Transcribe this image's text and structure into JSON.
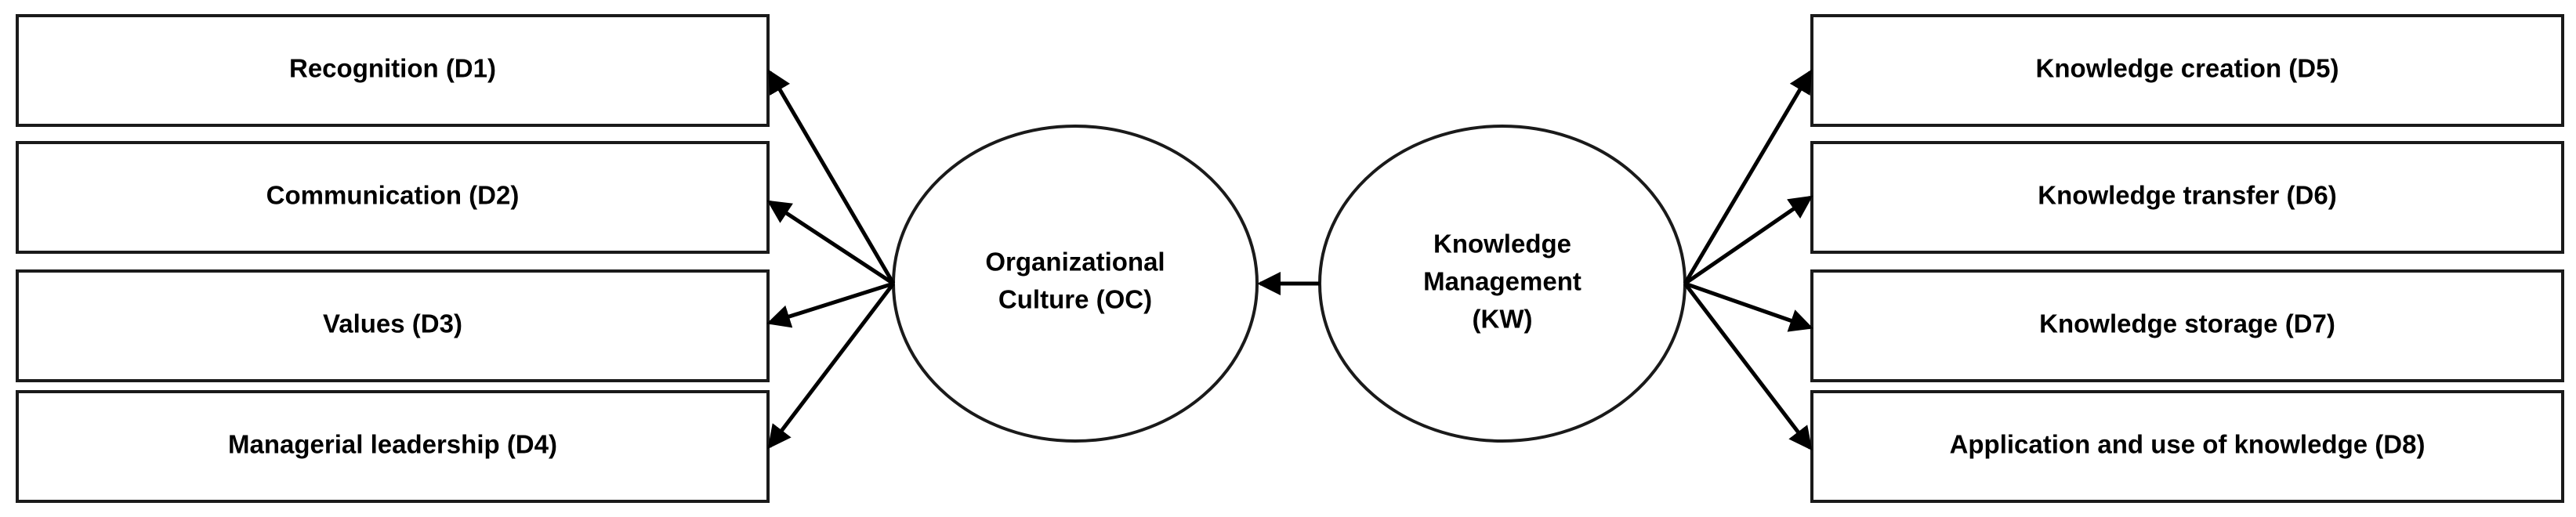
{
  "constructs": {
    "oc": {
      "line1": "Organizational",
      "line2": "Culture (OC)"
    },
    "kw": {
      "line1": "Knowledge",
      "line2": "Management",
      "line3": "(KW)"
    }
  },
  "dimensions": {
    "d1": "Recognition (D1)",
    "d2": "Communication (D2)",
    "d3": "Values (D3)",
    "d4": "Managerial leadership (D4)",
    "d5": "Knowledge creation (D5)",
    "d6": "Knowledge transfer (D6)",
    "d7": "Knowledge storage (D7)",
    "d8": "Application and use of knowledge (D8)"
  },
  "colors": {
    "stroke": "#1a1a1a",
    "background": "#ffffff",
    "text": "#000000"
  }
}
